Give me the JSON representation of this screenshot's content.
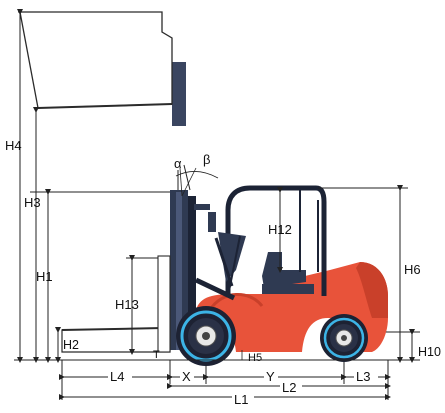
{
  "labels": {
    "H4": "H4",
    "H3": "H3",
    "H1": "H1",
    "H2": "H2",
    "H13": "H13",
    "T": "T",
    "H12": "H12",
    "H6": "H6",
    "H10": "H10",
    "H5": "H5",
    "alpha": "α",
    "beta": "β",
    "L4": "L4",
    "X": "X",
    "Y": "Y",
    "L3": "L3",
    "L2": "L2",
    "L1": "L1"
  },
  "colors": {
    "body_red": "#e8533a",
    "body_red_dark": "#c9402a",
    "mast_navy": "#2f3a52",
    "mast_dark": "#1c2335",
    "tire": "#1d2233",
    "rim_blue": "#3cb4e6",
    "line": "#222222"
  }
}
